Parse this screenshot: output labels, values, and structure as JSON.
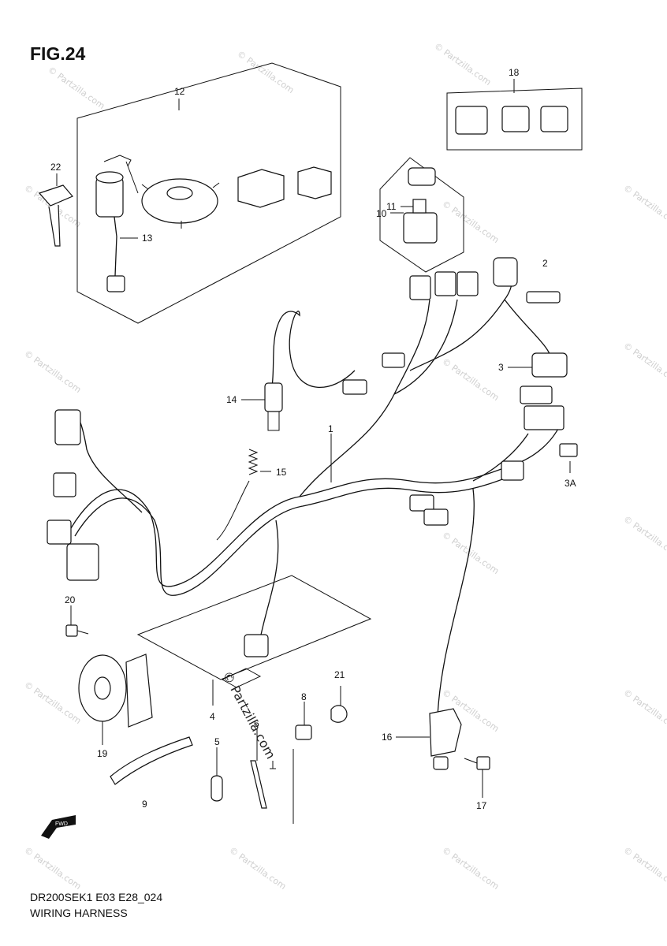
{
  "title": "FIG.24",
  "footer": {
    "code": "DR200SEK1 E03 E28_024",
    "name": "WIRING HARNESS"
  },
  "watermark": "© Partzilla.com",
  "fwd_label": "FWD",
  "callouts": {
    "c1": "1",
    "c2": "2",
    "c3": "3",
    "c3a": "3A",
    "c4": "4",
    "c5": "5",
    "c6": "6",
    "c8": "8",
    "c9": "9",
    "c10": "10",
    "c11": "11",
    "c12": "12",
    "c13": "13",
    "c14": "14",
    "c15": "15",
    "c16": "16",
    "c17": "17",
    "c18": "18",
    "c19": "19",
    "c20": "20",
    "c21": "21",
    "c22": "22"
  }
}
